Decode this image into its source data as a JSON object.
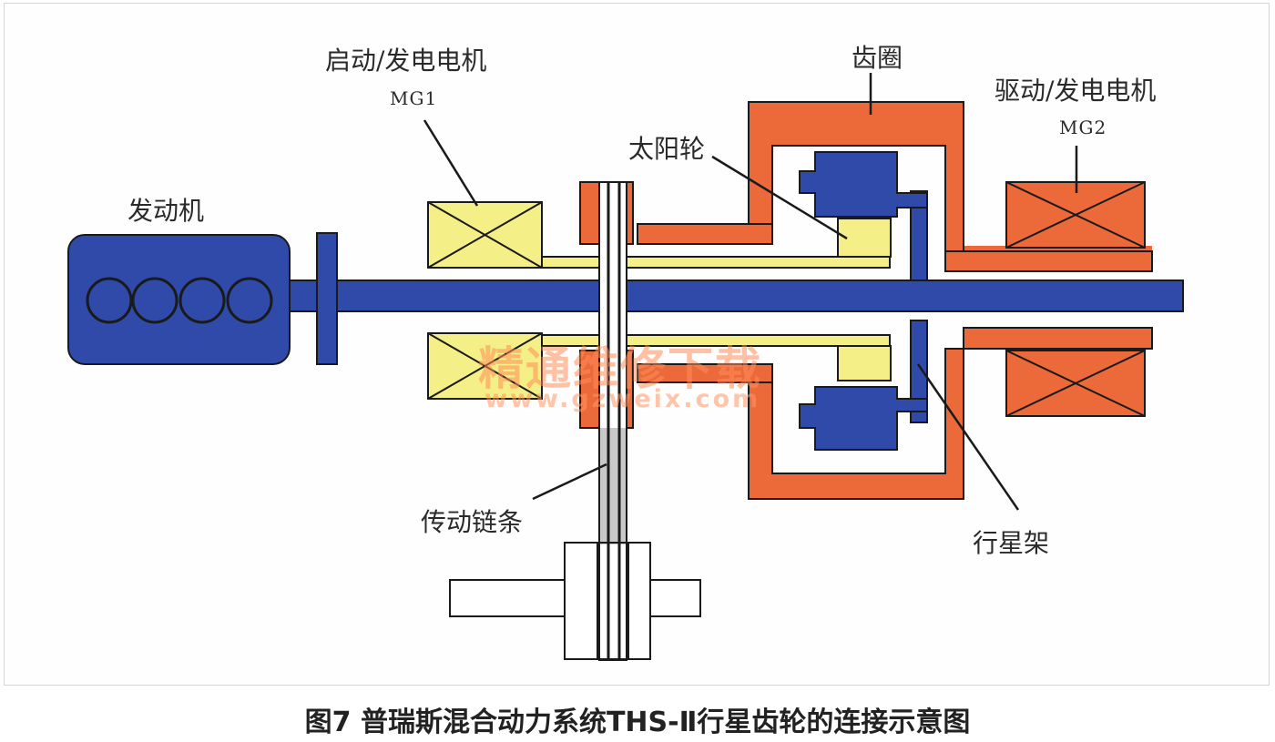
{
  "labels": {
    "mg1_title": "启动/发电电机",
    "mg1_code": "MG1",
    "ring_gear": "齿圈",
    "mg2_title": "驱动/发电电机",
    "mg2_code": "MG2",
    "sun_gear": "太阳轮",
    "engine": "发动机",
    "chain": "传动链条",
    "carrier": "行星架"
  },
  "watermark": {
    "text": "精通维修下载",
    "url": "www.gzweix.com"
  },
  "caption": "图7 普瑞斯混合动力系统THS-Ⅱ行星齿轮的连接示意图",
  "colors": {
    "engine_blue": "#2f4aa8",
    "motor_yellow": "#f4ef86",
    "ring_orange": "#ec6a3a",
    "outline": "#1a1a1a"
  }
}
